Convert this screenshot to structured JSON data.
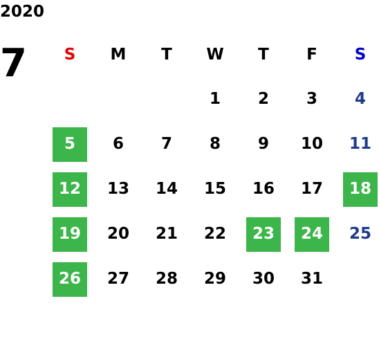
{
  "calendar": {
    "year": "2020",
    "month": "7",
    "weekdays": [
      {
        "label": "S",
        "kind": "sunday"
      },
      {
        "label": "M",
        "kind": "weekday"
      },
      {
        "label": "T",
        "kind": "weekday"
      },
      {
        "label": "W",
        "kind": "weekday"
      },
      {
        "label": "T",
        "kind": "weekday"
      },
      {
        "label": "F",
        "kind": "weekday"
      },
      {
        "label": "S",
        "kind": "saturday"
      }
    ],
    "start_weekday_index": 3,
    "days_in_month": 31,
    "highlighted_days": [
      5,
      12,
      18,
      19,
      23,
      24,
      26
    ],
    "colors": {
      "highlight_bg": "#3cb54a",
      "highlight_text": "#ffffff",
      "sunday_header": "#e60000",
      "saturday_header": "#0000cc",
      "saturday_day": "#1e3a8a",
      "text": "#000000"
    },
    "days": [
      "1",
      "2",
      "3",
      "4",
      "5",
      "6",
      "7",
      "8",
      "9",
      "10",
      "11",
      "12",
      "13",
      "14",
      "15",
      "16",
      "17",
      "18",
      "19",
      "20",
      "21",
      "22",
      "23",
      "24",
      "25",
      "26",
      "27",
      "28",
      "29",
      "30",
      "31"
    ]
  }
}
